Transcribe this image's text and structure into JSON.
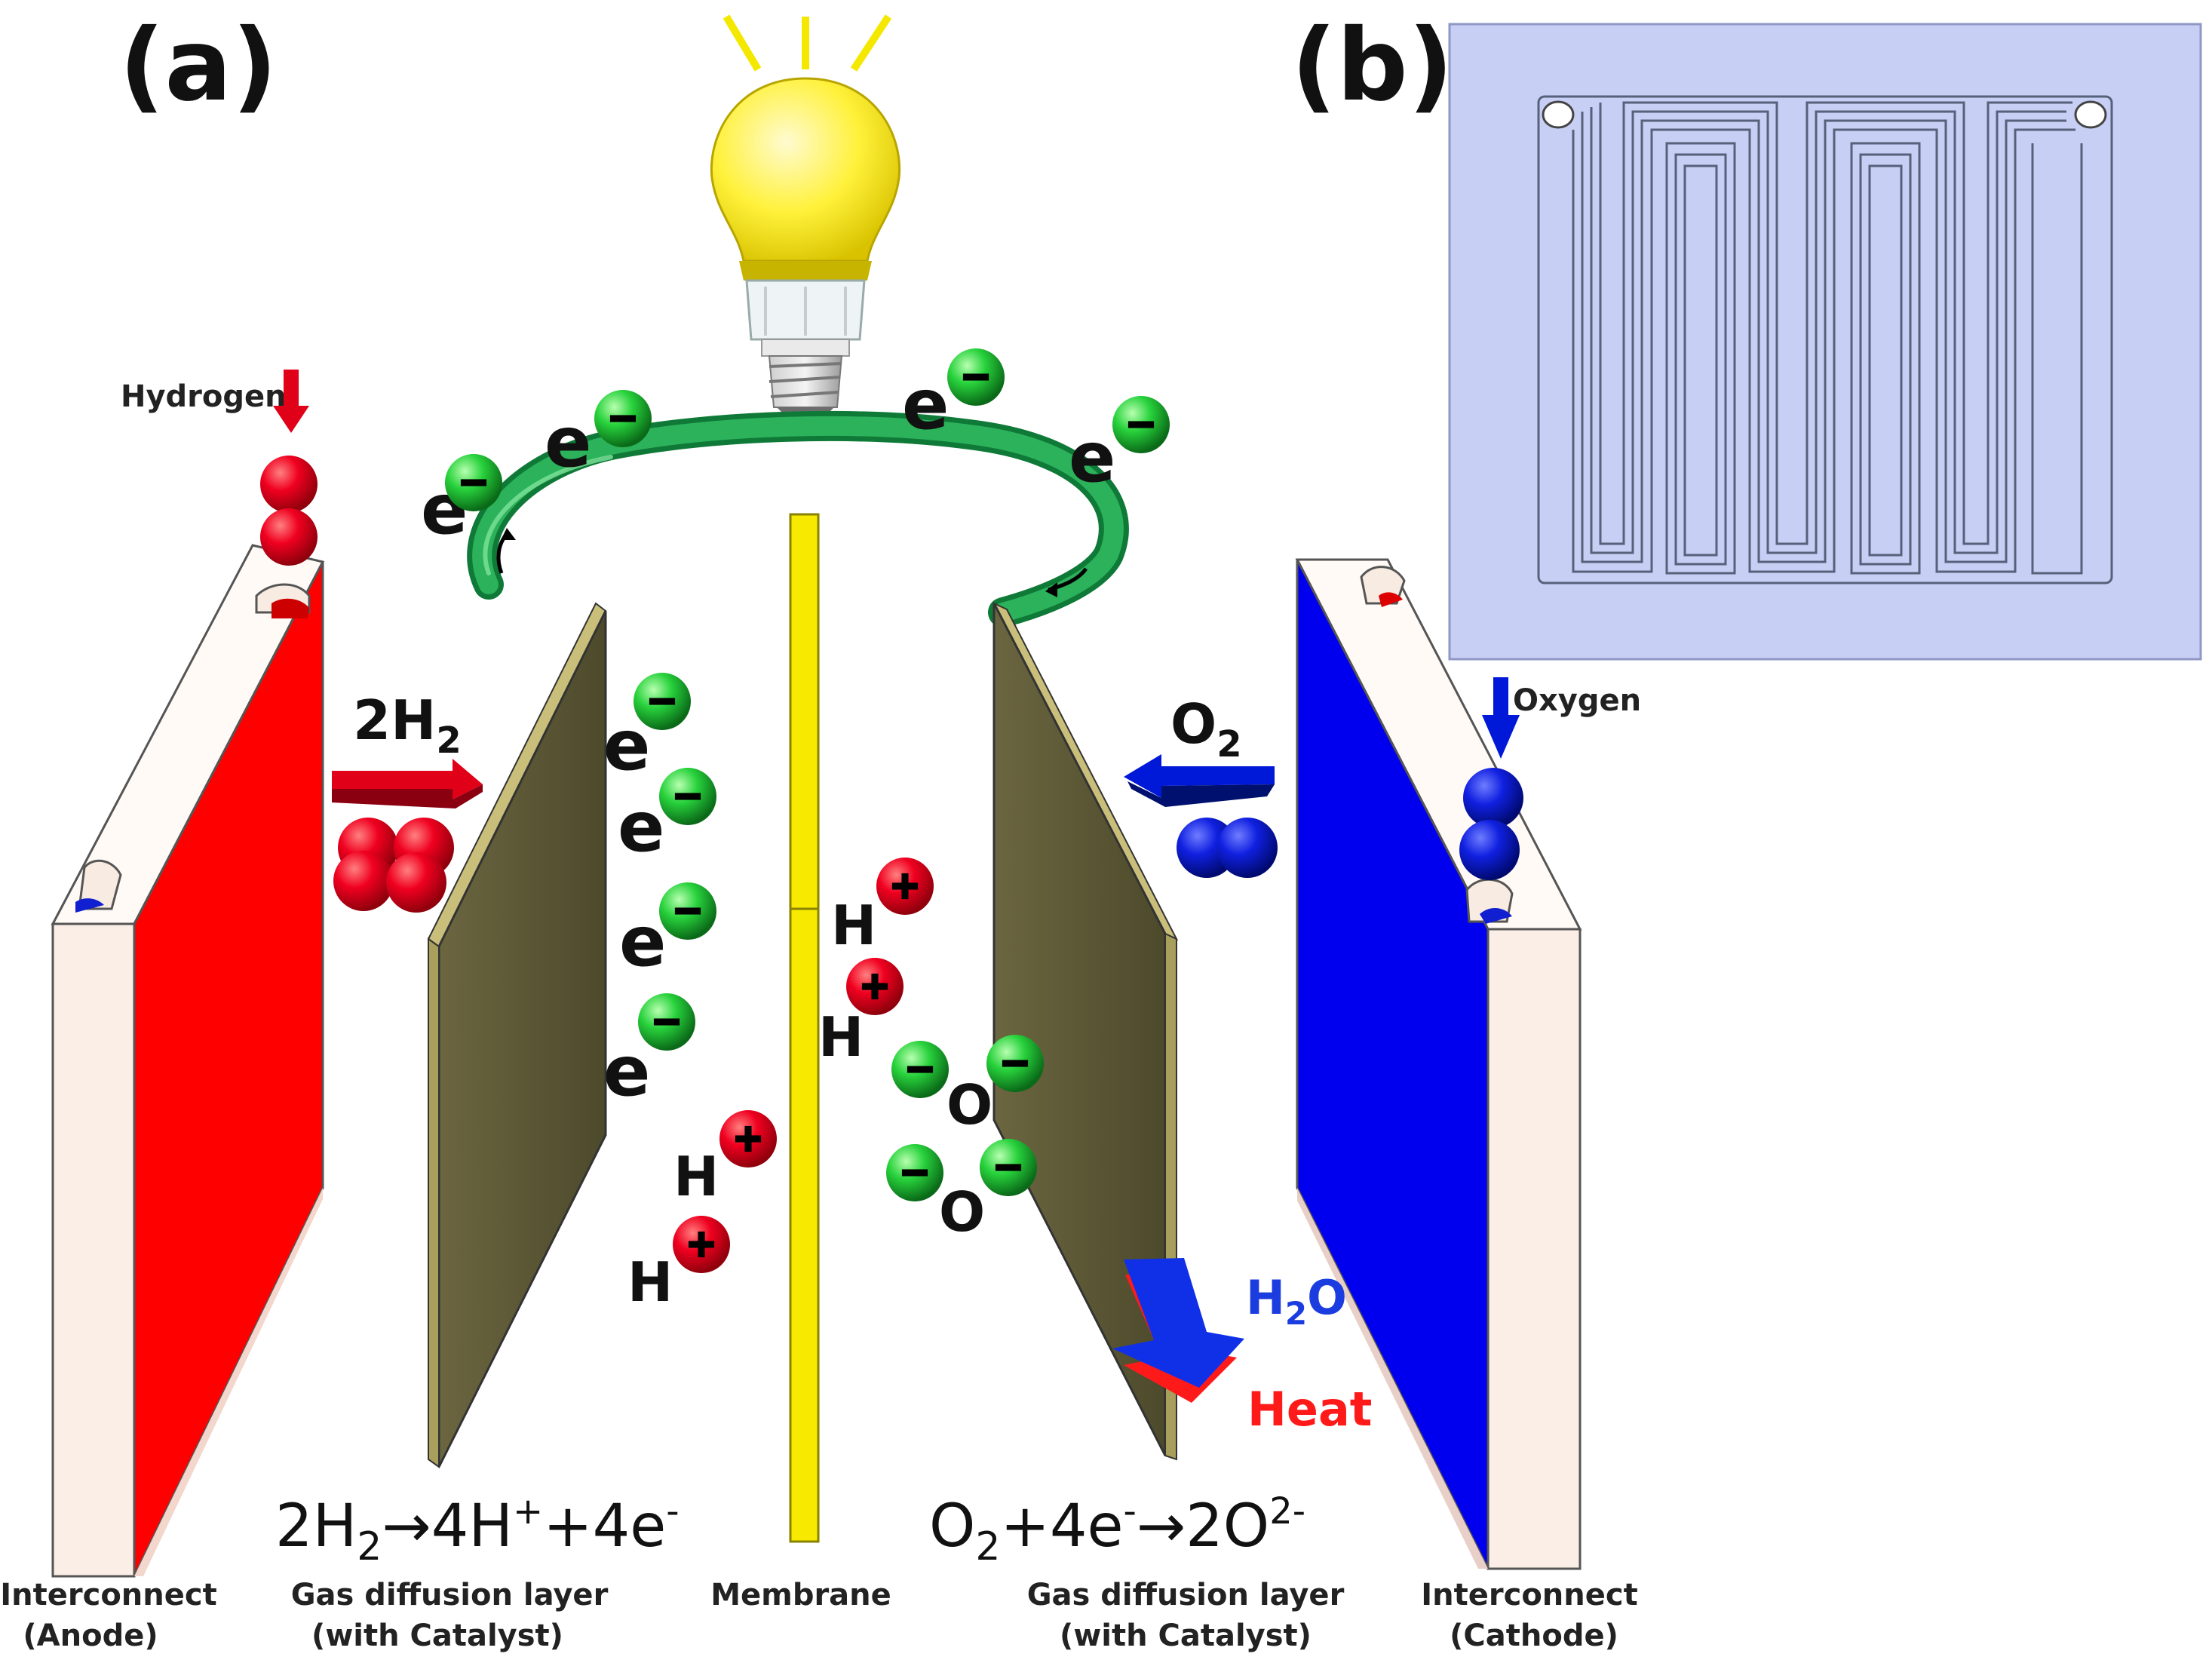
{
  "panel_a_label": "(a)",
  "panel_b_label": "(b)",
  "gas_inputs": {
    "hydrogen": "Hydrogen",
    "oxygen": "Oxygen"
  },
  "molecules": {
    "anode": {
      "base": "2H",
      "sub": "2"
    },
    "cathode": {
      "base": "O",
      "sub": "2"
    }
  },
  "electron_symbol": "e",
  "proton_symbol": "H",
  "oxide_symbol": "O",
  "products": {
    "water": {
      "h": "H",
      "sub": "2",
      "o": "O"
    },
    "heat": "Heat"
  },
  "equations": {
    "anode": {
      "p1": "2H",
      "s1": "2",
      "p2": "→4H",
      "sup1": "+",
      "p3": "+4e",
      "sup2": "-"
    },
    "cathode": {
      "p1": "O",
      "s1": "2",
      "p2": "+4e",
      "sup1": "-",
      "p3": "→2O",
      "sup2": "2-"
    }
  },
  "captions": {
    "interconnect_anode": [
      "Interconnect",
      "(Anode)"
    ],
    "gdl_anode": [
      "Gas diffusion layer",
      "(with Catalyst)"
    ],
    "membrane": [
      "Membrane"
    ],
    "gdl_cathode": [
      "Gas diffusion layer",
      "(with Catalyst)"
    ],
    "interconnect_cathode": [
      "Interconnect",
      "(Cathode)"
    ]
  },
  "colors": {
    "hydrogen": "#e0001a",
    "oxygen": "#0018d8",
    "anode_plate": "#ff0000",
    "cathode_plate": "#0000ee",
    "gdl": "#5b5734",
    "membrane": "#f2e600",
    "circuit": "#1c9e4a",
    "electron": "#22c43c",
    "bulb": "#fff23a",
    "panel_b_bg": "#c8cff5",
    "water": "#1b3de0",
    "heat": "#ff1a1a"
  },
  "icons": [
    "light-bulb-icon",
    "electron-icon",
    "proton-icon",
    "flow-arrow-icon"
  ]
}
